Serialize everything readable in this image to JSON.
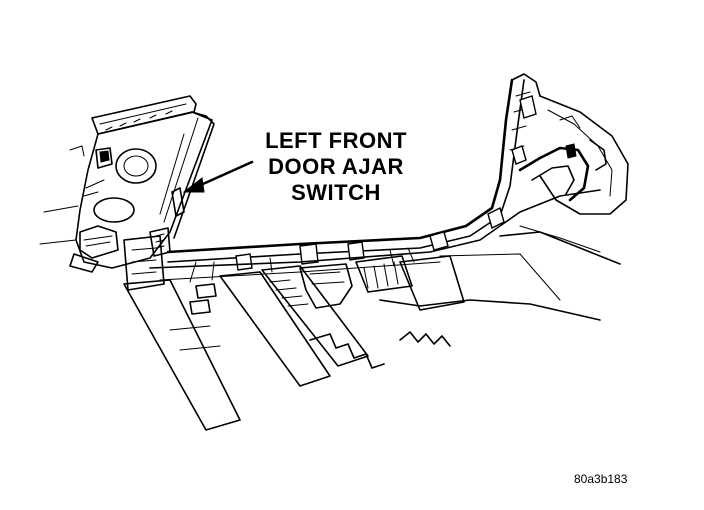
{
  "callout": {
    "line1": "LEFT FRONT",
    "line2": "DOOR AJAR",
    "line3": "SWITCH"
  },
  "figure_id": "80a3b183",
  "colors": {
    "ink": "#000000",
    "paper": "#ffffff"
  }
}
